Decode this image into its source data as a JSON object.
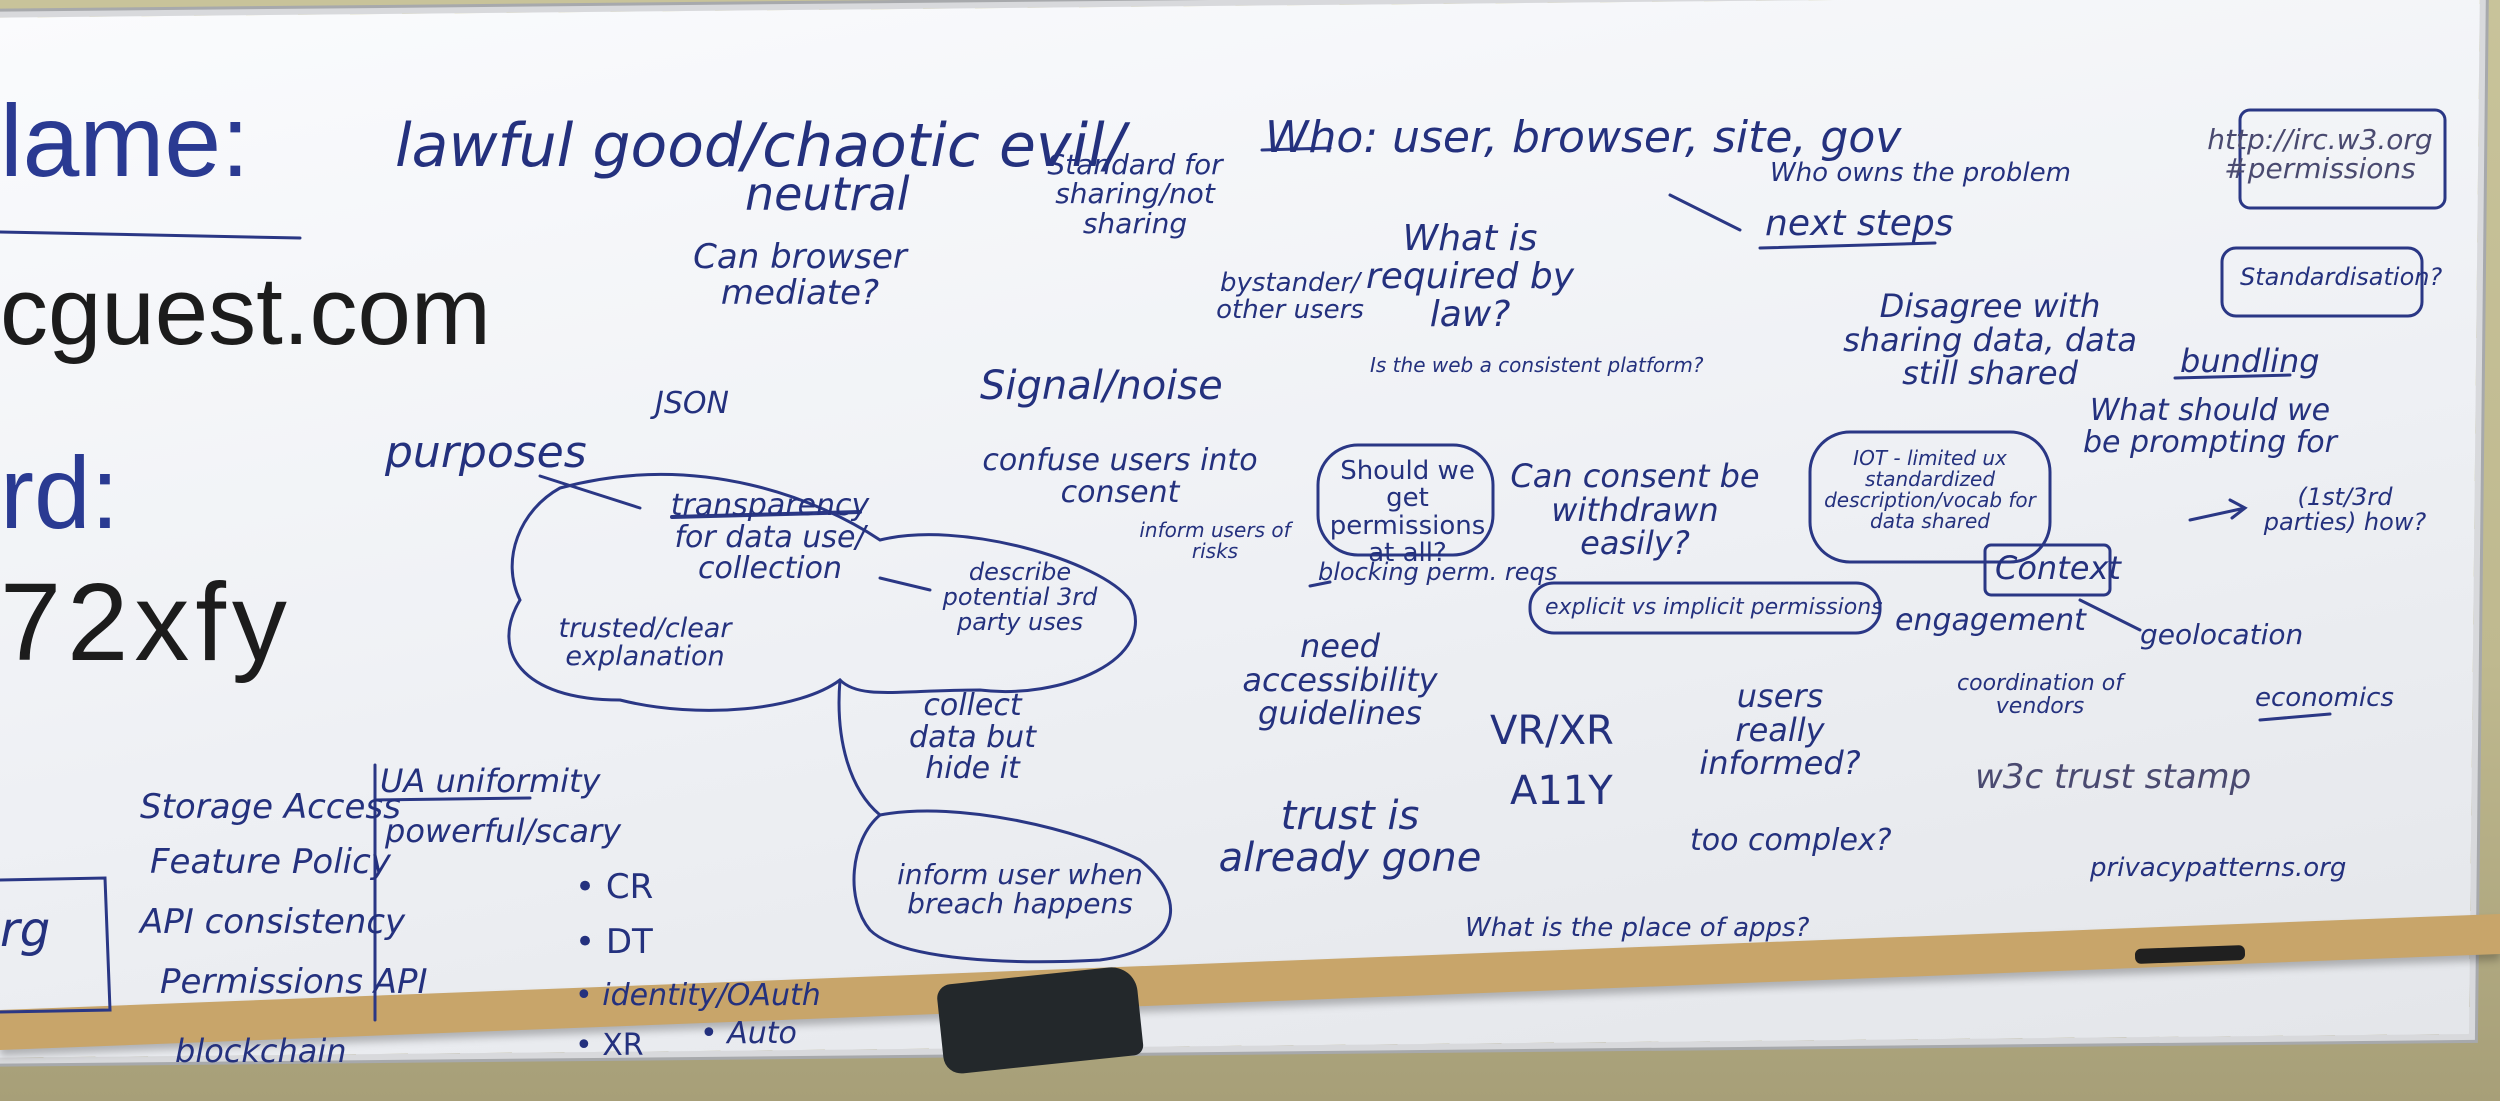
{
  "scene": {
    "board_color": "#f1f3f6",
    "ink_blue": "#24317e",
    "ink_black": "#1c1c1c",
    "wall_color": "#c2bc92",
    "tray_color": "#c8a56a"
  },
  "left_column": {
    "name_label": "lame:",
    "guest_domain": "cguest.com",
    "password_label": "rd:",
    "password_value": "72xfy",
    "partial_box": "rg"
  },
  "notes": [
    {
      "key": "alignment",
      "text": "lawful good/chaotic evil/"
    },
    {
      "key": "neutral",
      "text": "neutral"
    },
    {
      "key": "mediate",
      "text": "Can browser mediate?"
    },
    {
      "key": "json",
      "text": "JSON"
    },
    {
      "key": "purposes",
      "text": "purposes"
    },
    {
      "key": "transparency",
      "text": "transparency for data use/ collection"
    },
    {
      "key": "trusted",
      "text": "trusted/clear explanation"
    },
    {
      "key": "describe",
      "text": "describe potential 3rd party uses"
    },
    {
      "key": "collect",
      "text": "collect data but hide it"
    },
    {
      "key": "breach",
      "text": "inform user when breach happens"
    },
    {
      "key": "standard",
      "text": "Standard for sharing/not sharing"
    },
    {
      "key": "signal",
      "text": "Signal/noise"
    },
    {
      "key": "confuse",
      "text": "confuse users into consent"
    },
    {
      "key": "risks",
      "text": "inform users of risks"
    },
    {
      "key": "who",
      "text": "Who: user, browser, site, gov"
    },
    {
      "key": "bystander",
      "text": "bystander/ other users"
    },
    {
      "key": "law",
      "text": "What is required by law?"
    },
    {
      "key": "owns",
      "text": "Who owns the problem"
    },
    {
      "key": "nextsteps",
      "text": "next steps"
    },
    {
      "key": "platform",
      "text": "Is the web a consistent platform?"
    },
    {
      "key": "shouldwe",
      "text": "Should we get permissions at all?"
    },
    {
      "key": "blocking",
      "text": "blocking perm. reqs"
    },
    {
      "key": "withdrawn",
      "text": "Can consent be withdrawn easily?"
    },
    {
      "key": "explicit",
      "text": "explicit vs implicit permissions"
    },
    {
      "key": "accessibility",
      "text": "need accessibility guidelines"
    },
    {
      "key": "vrxr",
      "text": "VR/XR"
    },
    {
      "key": "a11y",
      "text": "A11Y"
    },
    {
      "key": "trust",
      "text": "trust is already gone"
    },
    {
      "key": "informed",
      "text": "users really informed?"
    },
    {
      "key": "complex",
      "text": "too complex?"
    },
    {
      "key": "apps",
      "text": "What is the place of apps?"
    },
    {
      "key": "disagree",
      "text": "Disagree with sharing data, data still shared"
    },
    {
      "key": "iot",
      "text": "IOT - limited ux standardized description/vocab for data shared"
    },
    {
      "key": "context",
      "text": "Context"
    },
    {
      "key": "engagement",
      "text": "engagement"
    },
    {
      "key": "geolocation",
      "text": "geolocation"
    },
    {
      "key": "vendors",
      "text": "coordination of vendors"
    },
    {
      "key": "stamp",
      "text": "w3c trust stamp"
    },
    {
      "key": "privacy",
      "text": "privacypatterns.org"
    },
    {
      "key": "economics",
      "text": "economics"
    },
    {
      "key": "irc",
      "text": "http://irc.w3.org #permissions"
    },
    {
      "key": "standardisation",
      "text": "Standardisation?"
    },
    {
      "key": "bundling",
      "text": "bundling"
    },
    {
      "key": "prompting",
      "text": "What should we be prompting for"
    },
    {
      "key": "parties",
      "text": "(1st/3rd parties) how?"
    }
  ],
  "bottom_left_list": [
    "Storage Access",
    "Feature Policy",
    "API consistency",
    "Permissions API",
    "blockchain"
  ],
  "ua_list": [
    "UA uniformity",
    "powerful/scary"
  ],
  "bullets": [
    "• CR",
    "• DT",
    "• identity/OAuth",
    "• XR",
    "• Auto"
  ]
}
